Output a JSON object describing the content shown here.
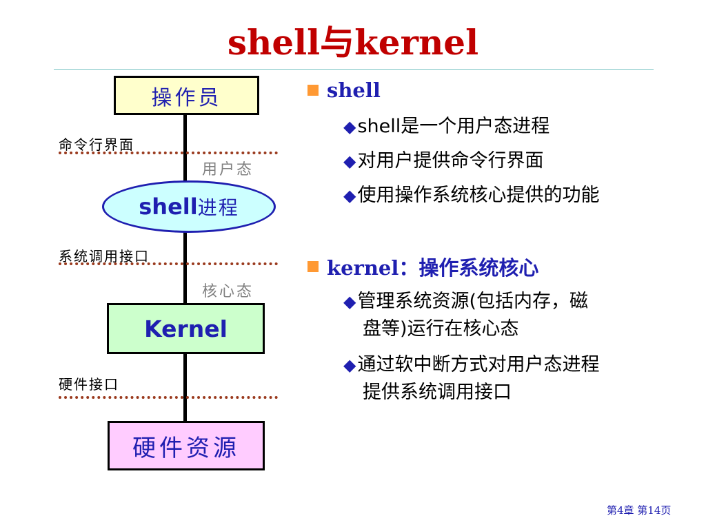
{
  "title": "shell与kernel",
  "diagram": {
    "operator": "操作员",
    "shell_process_en": "shell",
    "shell_process_cn": "进程",
    "kernel": "Kernel",
    "hardware": "硬件资源",
    "cli_label": "命令行界面",
    "user_mode": "用户态",
    "syscall_label": "系统调用接口",
    "kernel_mode": "核心态",
    "hw_interface_label": "硬件接口"
  },
  "sections": [
    {
      "title": "shell",
      "title_suffix": "",
      "bullets": [
        "shell是一个用户态进程",
        "对用户提供命令行界面",
        "使用操作系统核心提供的功能"
      ]
    },
    {
      "title": "kernel：",
      "title_suffix": "操作系统核心",
      "bullets": [
        {
          "line1": "管理系统资源(包括内存，磁",
          "line2": "盘等)运行在核心态"
        },
        {
          "line1": "通过软中断方式对用户态进程",
          "line2": "提供系统调用接口"
        }
      ]
    }
  ],
  "footer": "第4章  第14页",
  "colors": {
    "title": "#c00000",
    "accent": "#1f1fb0",
    "bullet_square": "#ff9933",
    "dotted": "#9a3a1e"
  }
}
